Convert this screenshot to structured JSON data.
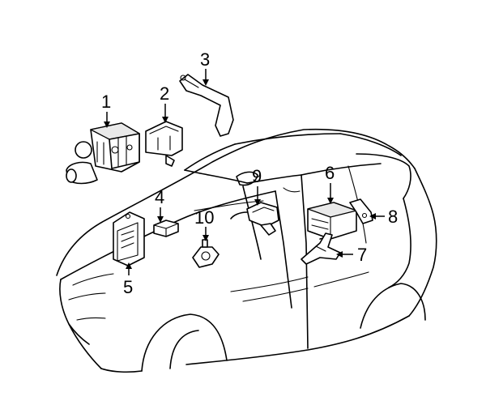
{
  "callouts": [
    {
      "id": "1",
      "label": "1"
    },
    {
      "id": "2",
      "label": "2"
    },
    {
      "id": "3",
      "label": "3"
    },
    {
      "id": "4",
      "label": "4"
    },
    {
      "id": "5",
      "label": "5"
    },
    {
      "id": "6",
      "label": "6"
    },
    {
      "id": "7",
      "label": "7"
    },
    {
      "id": "8",
      "label": "8"
    },
    {
      "id": "9",
      "label": "9"
    },
    {
      "id": "10",
      "label": "10"
    }
  ],
  "colors": {
    "line": "#000000",
    "background": "#ffffff",
    "shade": "#e9e9e9"
  }
}
